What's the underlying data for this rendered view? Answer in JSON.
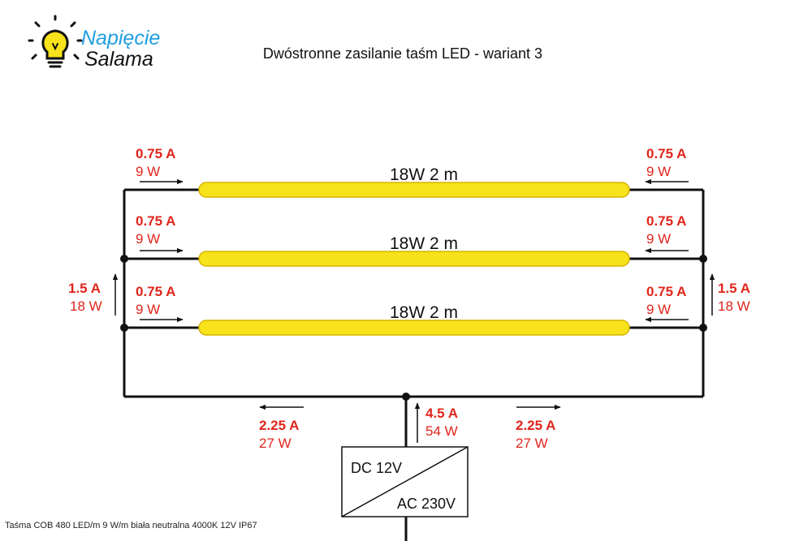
{
  "logo": {
    "line1": "Napięcie",
    "line2": "Salama"
  },
  "title": "Dwóstronne zasilanie taśm LED - wariant 3",
  "strips": [
    {
      "label": "18W 2 m",
      "left_current": "0.75 A",
      "left_power": "9 W",
      "right_current": "0.75 A",
      "right_power": "9 W"
    },
    {
      "label": "18W 2 m",
      "left_current": "0.75 A",
      "left_power": "9 W",
      "right_current": "0.75 A",
      "right_power": "9 W"
    },
    {
      "label": "18W 2 m",
      "left_current": "0.75 A",
      "left_power": "9 W",
      "right_current": "0.75 A",
      "right_power": "9 W"
    }
  ],
  "left_riser": {
    "current": "1.5 A",
    "power": "18 W"
  },
  "right_riser": {
    "current": "1.5 A",
    "power": "18 W"
  },
  "bottom_left": {
    "current": "2.25 A",
    "power": "27 W"
  },
  "bottom_right": {
    "current": "2.25 A",
    "power": "27 W"
  },
  "feed": {
    "current": "4.5 A",
    "power": "54 W"
  },
  "psu": {
    "output": "DC 12V",
    "input": "AC 230V"
  },
  "footnote": "Taśma COB 480 LED/m 9 W/m biała neutralna 4000K 12V IP67",
  "colors": {
    "strip_fill": "#f7e21b",
    "strip_stroke": "#d6b400",
    "label_red": "#e0251b",
    "logo_blue": "#1f9ee0",
    "wire": "#111111"
  }
}
